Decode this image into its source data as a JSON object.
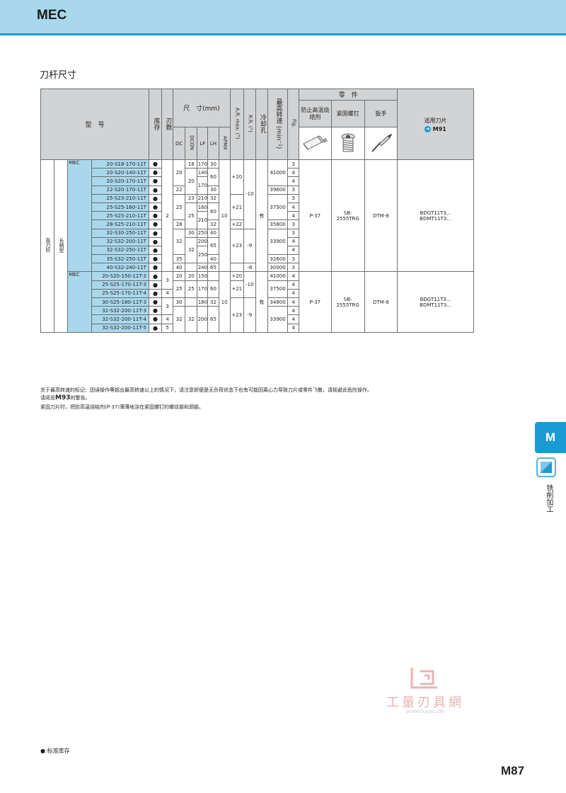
{
  "header": {
    "title": "MEC"
  },
  "section_title": "刀杆尺寸",
  "table": {
    "head": {
      "model": "型　号",
      "stock": "库存",
      "flutes": "刃数",
      "dims": "尺　寸(mm)",
      "dc": "DC",
      "dcon": "DCON",
      "lf": "LF",
      "lh": "LH",
      "apmx": "APMX",
      "ar": "A.R. max. (°)",
      "rr": "R.R. (°)",
      "coolant": "冷却孔",
      "rpm": "最高转速 (min⁻¹)",
      "fig": "Fig.",
      "parts": "零　件",
      "anti": "防止高温烧结剂",
      "screw": "紧固螺钉",
      "wrench": "扳手",
      "insert": "适用刀片",
      "insert_ref": "M91"
    },
    "group_labels": {
      "straight": "直刀杆",
      "long": "长柄型",
      "series": "MEC"
    },
    "g1": {
      "models": [
        "20-S18-170-11T",
        "20-S20-140-11T",
        "20-S20-170-11T",
        "22-S20-170-11T",
        "25-S23-210-11T",
        "25-S25-160-11T",
        "25-S25-210-11T",
        "28-S25-210-11T",
        "32-S30-250-11T",
        "32-S32-200-11T",
        "32-S32-250-11T",
        "35-S32-250-11T",
        "40-S32-240-11T"
      ],
      "stock": "●",
      "flutes": "2",
      "dc": [
        "20",
        "22",
        "25",
        "28",
        "32",
        "35",
        "40"
      ],
      "dcon": [
        "18",
        "20",
        "23",
        "25",
        "30",
        "32"
      ],
      "lf": [
        "170",
        "140",
        "170",
        "210",
        "160",
        "210",
        "250",
        "200",
        "250",
        "240"
      ],
      "lh": [
        "30",
        "60",
        "30",
        "32",
        "60",
        "32",
        "40",
        "65",
        "40",
        "65"
      ],
      "apmx": "10",
      "ar": [
        "+20",
        "+21",
        "+22",
        "+23"
      ],
      "rr": [
        "-10",
        "-9",
        "-8"
      ],
      "coolant": "有",
      "rpm": [
        "41000",
        "39600",
        "37500",
        "35800",
        "33900",
        "32600",
        "30000"
      ],
      "fig": [
        "3",
        "4",
        "4",
        "3",
        "3",
        "4",
        "4",
        "3",
        "3",
        "4",
        "4",
        "3",
        "3"
      ],
      "anti": "P-37",
      "screw": [
        "SB-",
        "2555TRG"
      ],
      "wrench": "DTM-8",
      "inserts": [
        "BDGT11T3...",
        "BDMT11T3..."
      ]
    },
    "g2": {
      "models": [
        "20-S20-150-11T-3",
        "25-S25-170-11T-3",
        "25-S25-170-11T-4",
        "30-S25-180-11T-3",
        "32-S32-200-11T-3",
        "32-S32-200-11T-4",
        "32-S32-200-11T-5"
      ],
      "stock": "●",
      "flutes": [
        "3",
        "4",
        "3",
        "4",
        "5"
      ],
      "dc": [
        "20",
        "25",
        "30",
        "32"
      ],
      "dcon": [
        "20",
        "25",
        "32"
      ],
      "lf": [
        "150",
        "170",
        "180",
        "200"
      ],
      "lh": [
        "60",
        "32",
        "65"
      ],
      "apmx": "10",
      "ar": [
        "+20",
        "+21",
        "+23"
      ],
      "rr": [
        "-10",
        "-9"
      ],
      "coolant": "有",
      "rpm": [
        "41000",
        "37500",
        "34800",
        "33900"
      ],
      "fig": [
        "4",
        "4",
        "4",
        "4",
        "4",
        "4",
        "4"
      ],
      "anti": "P-37",
      "screw": [
        "SB-",
        "2555TRG"
      ],
      "wrench": "DTM-8",
      "inserts": [
        "BDGT11T3...",
        "BDMT11T3..."
      ]
    }
  },
  "notes": {
    "line1": "关于最高转速的标记：因误操作等超出最高转速以上的情况下，请注意即便是无负荷状态下也有可能因离心力导致刀片或零件飞散，请规避此危险操作。",
    "line2_pre": "请阅览",
    "line2_ref": "M93",
    "line2_post": "的警告。",
    "line3": "紧固刀片时，把防高温烧结剂(P-37)薄薄地涂在紧固螺钉的螺纹部和颈部。"
  },
  "side_tab": {
    "letter": "M",
    "label": "铣削加工"
  },
  "watermark": {
    "text": "工量刃具網",
    "url": "WWW.GLRJW.COM"
  },
  "legend": "●:标准库存",
  "page_number": "M87",
  "colors": {
    "header_bg": "#a9d8ec",
    "accent": "#1b9bd4",
    "table_head": "#d1d3d4",
    "model_bg": "#a9d8ec"
  }
}
